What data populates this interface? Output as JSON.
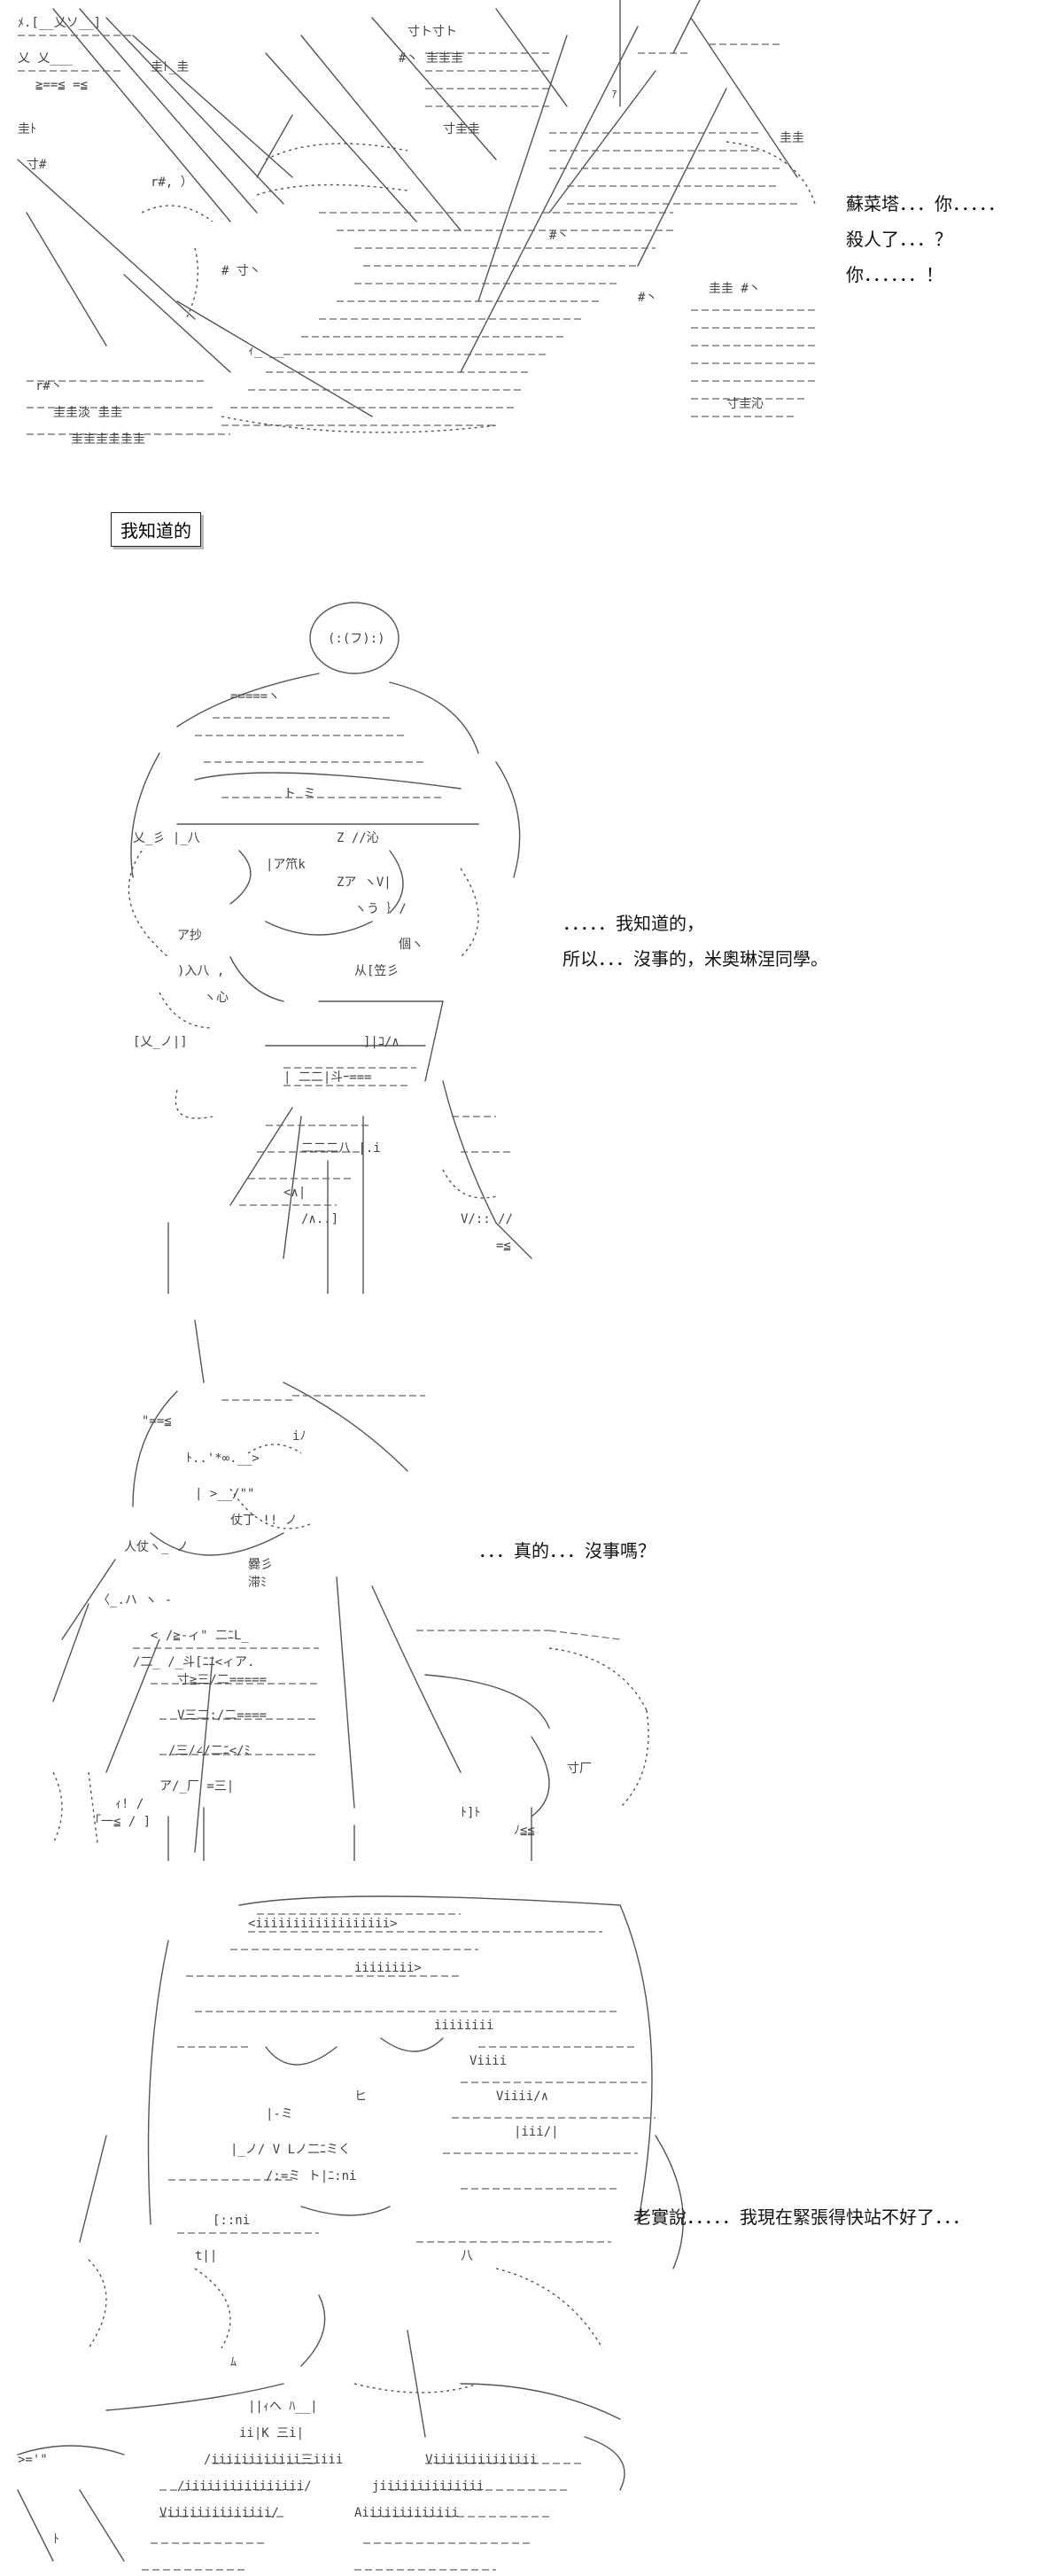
{
  "panel1": {
    "lines": [
      "蘇菜塔．．．你．．．．．",
      "殺人了．．．？",
      "你．．．．．．！"
    ]
  },
  "caption": {
    "label": "我知道的"
  },
  "panel2": {
    "lines": [
      "．．．．．我知道的，",
      "所以．．．沒事的，米奧琳涅同學。"
    ]
  },
  "panel3": {
    "lines": [
      "．．．真的．．．沒事嗎？"
    ]
  },
  "panel4": {
    "lines": [
      "老實說．．．．．我現在緊張得快站不好了．．．"
    ]
  }
}
